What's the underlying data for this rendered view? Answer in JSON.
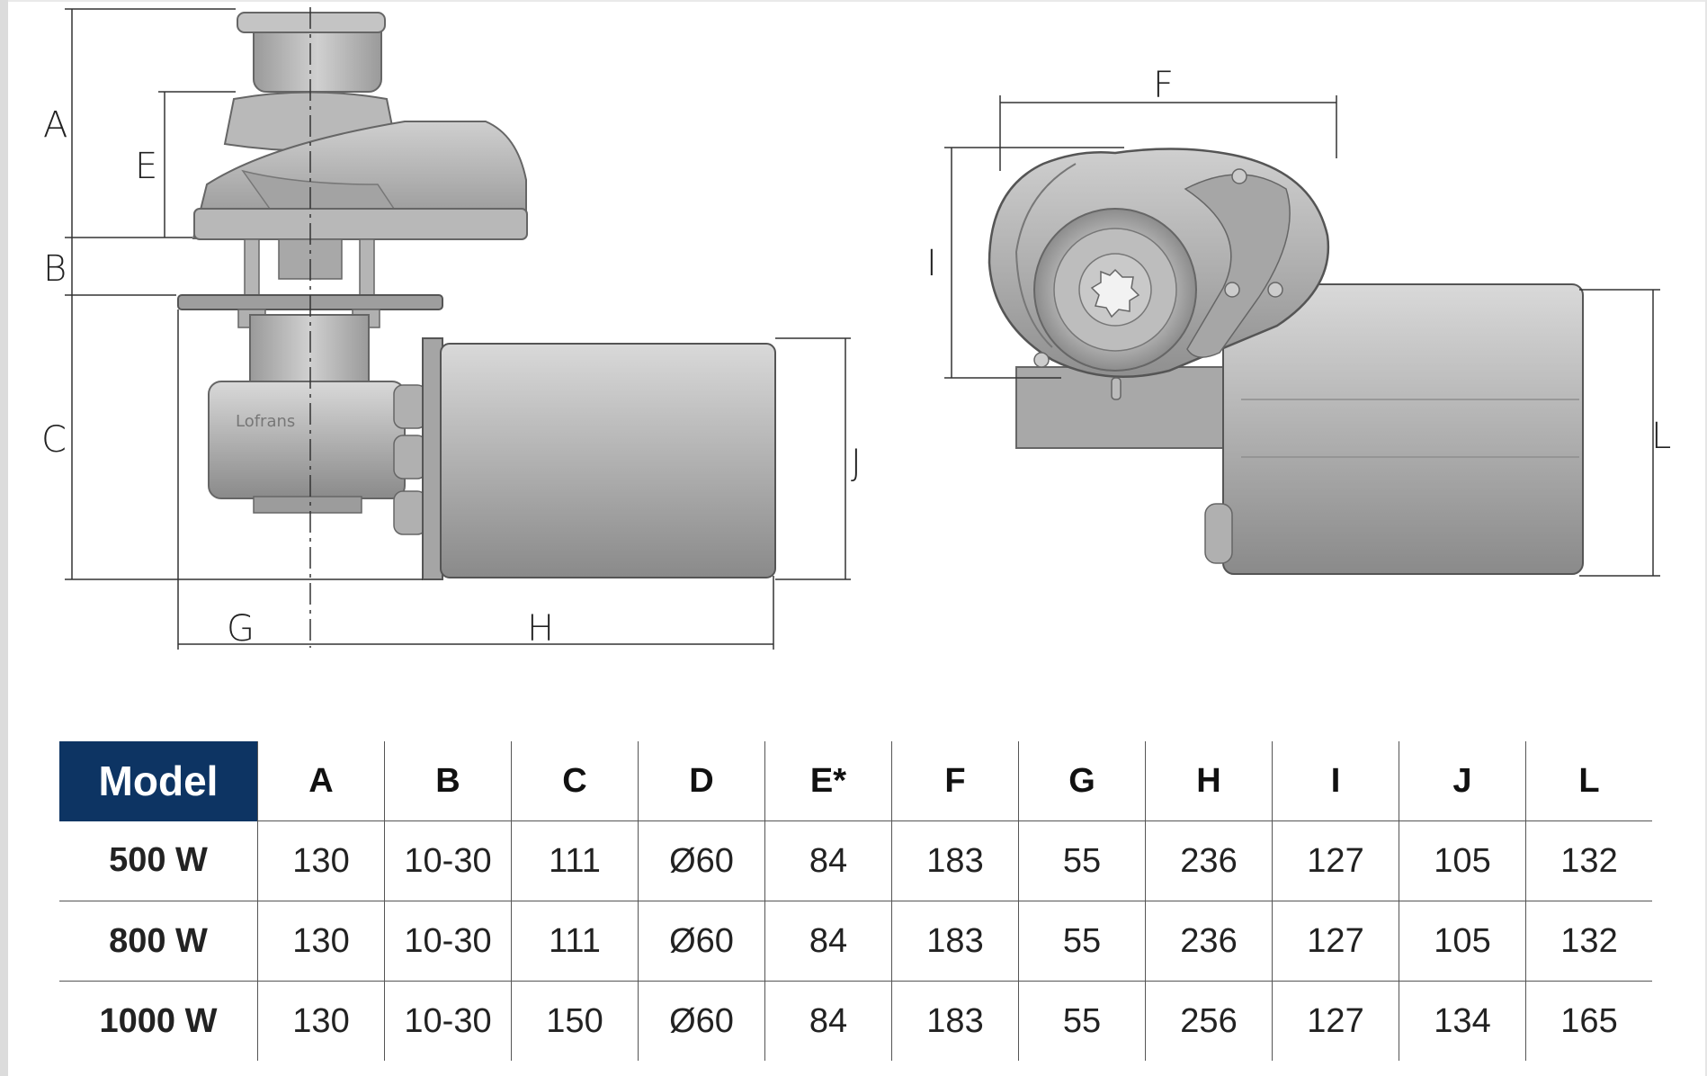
{
  "drawing": {
    "left_view_labels": [
      "A",
      "E",
      "B",
      "C",
      "G",
      "H",
      "J"
    ],
    "right_view_labels": [
      "F",
      "I",
      "L"
    ],
    "brand_mark": "Lofrans"
  },
  "table": {
    "header_model": "Model",
    "columns": [
      "A",
      "B",
      "C",
      "D",
      "E*",
      "F",
      "G",
      "H",
      "I",
      "J",
      "L"
    ],
    "rows": [
      {
        "model": "500 W",
        "values": [
          "130",
          "10-30",
          "111",
          "Ø60",
          "84",
          "183",
          "55",
          "236",
          "127",
          "105",
          "132"
        ]
      },
      {
        "model": "800 W",
        "values": [
          "130",
          "10-30",
          "111",
          "Ø60",
          "84",
          "183",
          "55",
          "236",
          "127",
          "105",
          "132"
        ]
      },
      {
        "model": "1000 W",
        "values": [
          "130",
          "10-30",
          "150",
          "Ø60",
          "84",
          "183",
          "55",
          "256",
          "127",
          "134",
          "165"
        ]
      }
    ]
  }
}
